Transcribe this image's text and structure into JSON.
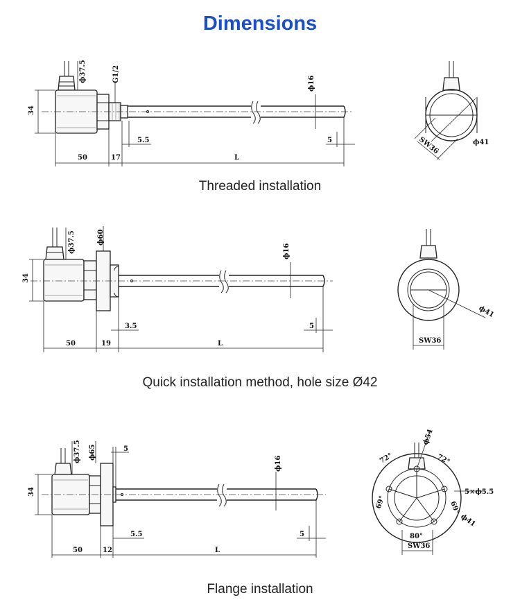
{
  "title": "Dimensions",
  "title_color": "#1a4fc9",
  "sections": [
    {
      "caption": "Threaded installation",
      "labels": {
        "thread": "G1/2",
        "dia_body": "ϕ37.5",
        "dia_rod": "ϕ16",
        "height": "34",
        "len_body": "50",
        "len_nut": "17",
        "gap": "5.5",
        "length": "L",
        "tip": "5",
        "wrench": "SW36",
        "dia_outer": "ϕ41"
      }
    },
    {
      "caption": "Quick installation method, hole size Ø42",
      "labels": {
        "dia_flange": "ϕ60",
        "dia_body": "ϕ37.5",
        "dia_rod": "ϕ16",
        "height": "34",
        "len_body": "50",
        "len_nut": "19",
        "gap": "3.5",
        "length": "L",
        "tip": "5",
        "wrench": "SW36",
        "dia_outer": "ϕ41"
      }
    },
    {
      "caption": "Flange installation",
      "labels": {
        "dia_flange": "ϕ65",
        "dia_body": "ϕ37.5",
        "dia_rod": "ϕ16",
        "height": "34",
        "len_body": "50",
        "len_nut": "12",
        "flange_thk": "5",
        "gap": "5.5",
        "length": "L",
        "tip": "5",
        "wrench": "SW36",
        "dia_outer": "ϕ41",
        "dia_pcd": "ϕ54",
        "holes": "5×ϕ5.5",
        "angle_a": "72°",
        "angle_b": "72°",
        "angle_c": "69°",
        "angle_d": "69°",
        "angle_e": "80°"
      }
    }
  ]
}
